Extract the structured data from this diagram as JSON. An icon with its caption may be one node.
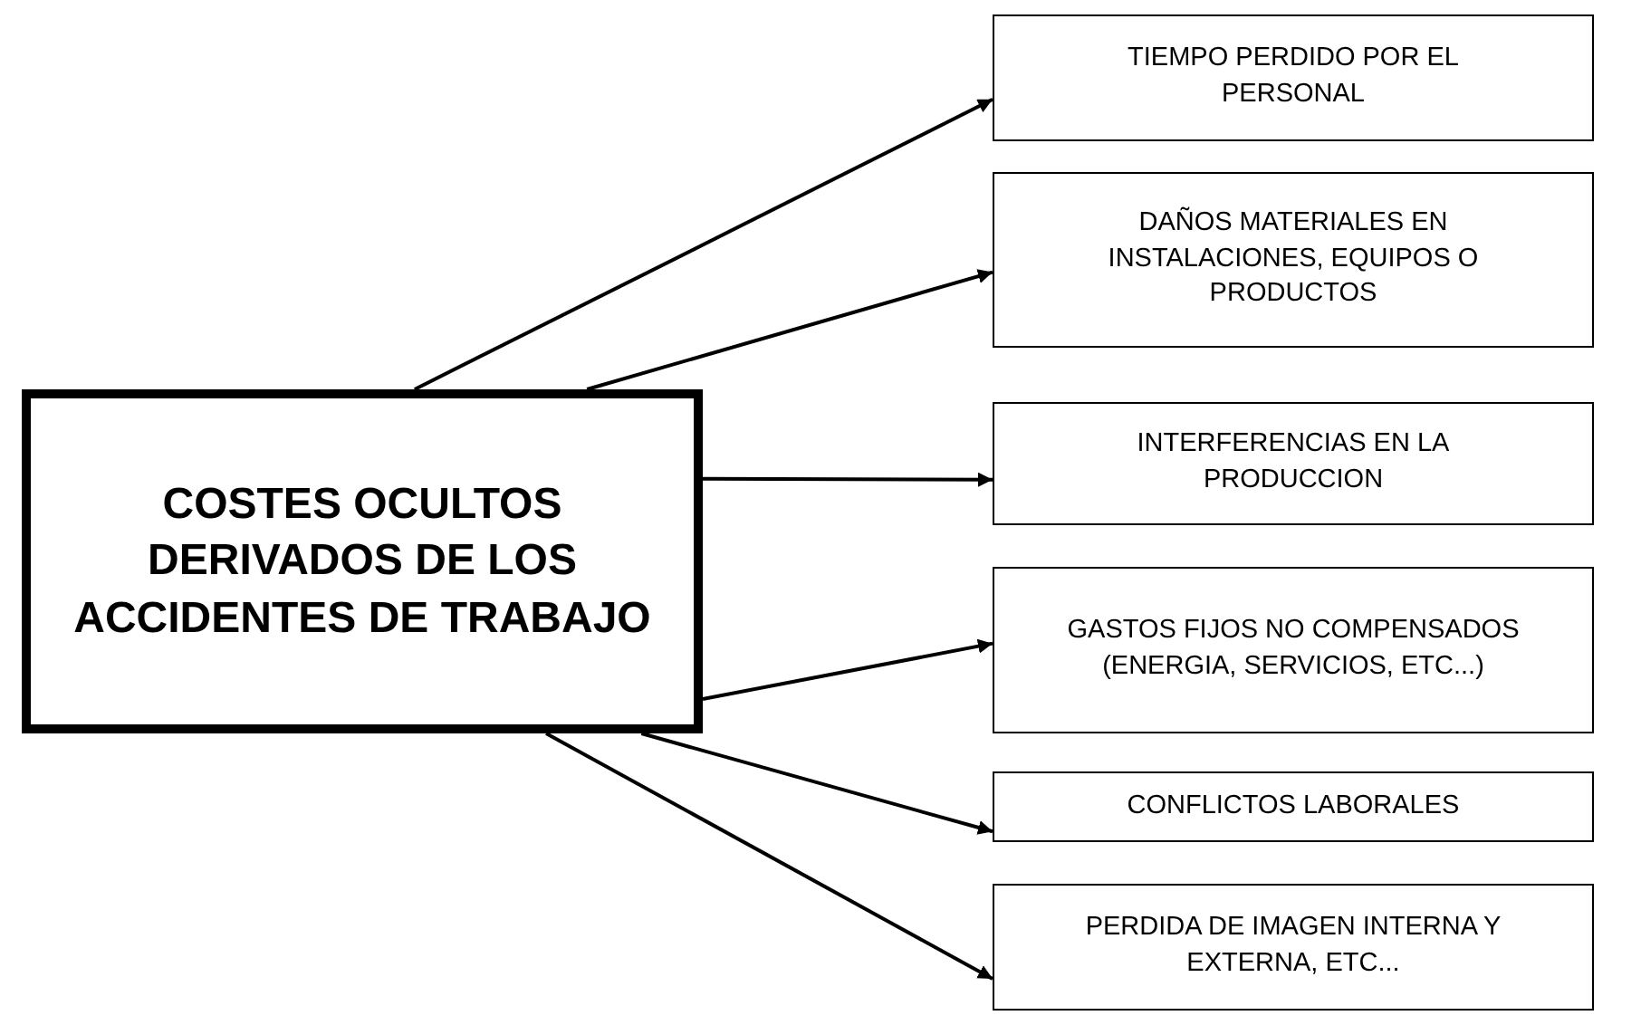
{
  "diagram": {
    "nodes": [
      {
        "text": [
          "COSTES OCULTOS DERIVADOS DE LOS ACCIDENTES DE TRABAJO"
        ]
      },
      {
        "text": [
          "TIEMPO PERDIDO POR EL PERSONAL"
        ]
      },
      {
        "text": [
          "DAÑOS MATERIALES EN INSTALACIONES, EQUIPOS O PRODUCTOS"
        ]
      },
      {
        "text": [
          "INTERFERENCIAS EN LA PRODUCCION"
        ]
      },
      {
        "text": [
          "GASTOS FIJOS NO COMPENSADOS (ENERGIA, SERVICIOS, ETC...)"
        ]
      },
      {
        "text": [
          "CONFLICTOS LABORALES"
        ]
      },
      {
        "text": [
          "PERDIDA DE IMAGEN INTERNA Y EXTERNA, ETC..."
        ]
      }
    ],
    "edges": [
      {
        "from": 0,
        "to": 1,
        "arrow": "to"
      },
      {
        "from": 0,
        "to": 2,
        "arrow": "to"
      },
      {
        "from": 0,
        "to": 3,
        "arrow": "to"
      },
      {
        "from": 0,
        "to": 4,
        "arrow": "to"
      },
      {
        "from": 0,
        "to": 5,
        "arrow": "to"
      },
      {
        "from": 0,
        "to": 6,
        "arrow": "to"
      }
    ]
  }
}
